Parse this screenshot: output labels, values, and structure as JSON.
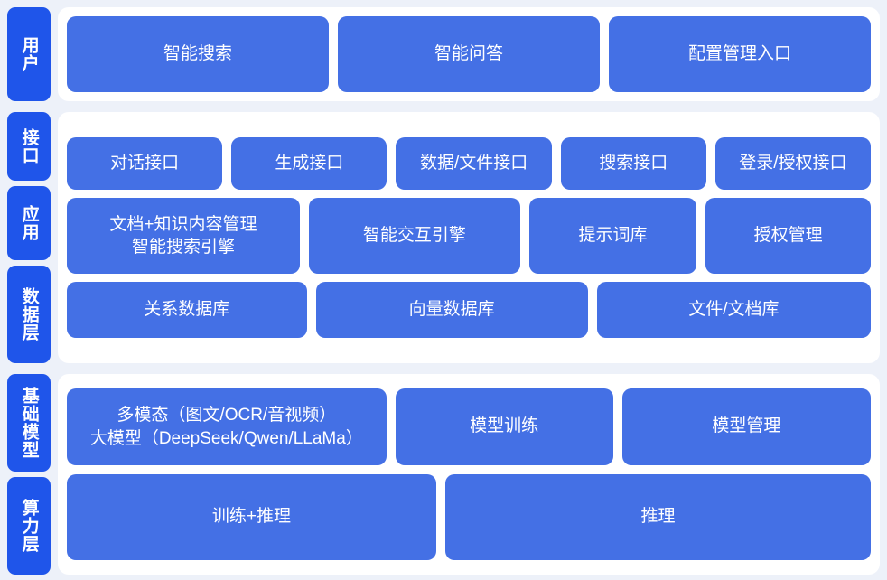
{
  "theme": {
    "page_background": "#edf1f9",
    "panel_background": "#ffffff",
    "badge_color": "#1f55ea",
    "card_color": "#4470e5",
    "card_text_color": "#ffffff"
  },
  "bands": [
    {
      "id": "user",
      "badges": [
        {
          "id": "user",
          "label": "用户"
        }
      ],
      "rows": [
        {
          "id": "user-entries",
          "cards": [
            {
              "id": "smart-search",
              "label": "智能搜索",
              "flex": 1
            },
            {
              "id": "smart-qa",
              "label": "智能问答",
              "flex": 1
            },
            {
              "id": "config-management-entry",
              "label": "配置管理入口",
              "flex": 1
            }
          ]
        }
      ]
    },
    {
      "id": "middle",
      "badges": [
        {
          "id": "interface",
          "label": "接口"
        },
        {
          "id": "application",
          "label": "应用"
        },
        {
          "id": "data",
          "label": "数据层"
        }
      ],
      "rows": [
        {
          "id": "interface-row",
          "cards": [
            {
              "id": "dialog-api",
              "label": "对话接口",
              "flex": 172
            },
            {
              "id": "generation-api",
              "label": "生成接口",
              "flex": 172
            },
            {
              "id": "data-file-api",
              "label": "数据/文件接口",
              "flex": 172
            },
            {
              "id": "search-api",
              "label": "搜索接口",
              "flex": 160
            },
            {
              "id": "login-auth-api",
              "label": "登录/授权接口",
              "flex": 172
            }
          ]
        },
        {
          "id": "application-row",
          "cards": [
            {
              "id": "doc-knowledge-management",
              "label": "文档+知识内容管理\n智能搜索引擎",
              "flex": 255
            },
            {
              "id": "smart-interaction-engine",
              "label": "智能交互引擎",
              "flex": 230
            },
            {
              "id": "prompt-library",
              "label": "提示词库",
              "flex": 180
            },
            {
              "id": "authorization-management",
              "label": "授权管理",
              "flex": 177
            }
          ]
        },
        {
          "id": "data-row",
          "cards": [
            {
              "id": "relational-database",
              "label": "关系数据库",
              "flex": 256
            },
            {
              "id": "vector-database",
              "label": "向量数据库",
              "flex": 292
            },
            {
              "id": "file-document-store",
              "label": "文件/文档库",
              "flex": 294
            }
          ]
        }
      ]
    },
    {
      "id": "bottom",
      "badges": [
        {
          "id": "foundation-model",
          "label": "基础模型"
        },
        {
          "id": "compute",
          "label": "算力层"
        }
      ],
      "rows": [
        {
          "id": "model-row",
          "cards": [
            {
              "id": "multimodal-large-model",
              "label": "多模态（图文/OCR/音视频）\n大模型（DeepSeek/Qwen/LLaMa）",
              "flex": 340
            },
            {
              "id": "model-training",
              "label": "模型训练",
              "flex": 228
            },
            {
              "id": "model-management",
              "label": "模型管理",
              "flex": 262
            }
          ]
        },
        {
          "id": "compute-row",
          "cards": [
            {
              "id": "training-inference",
              "label": "训练+推理",
              "flex": 396
            },
            {
              "id": "inference",
              "label": "推理",
              "flex": 458
            }
          ]
        }
      ]
    }
  ]
}
